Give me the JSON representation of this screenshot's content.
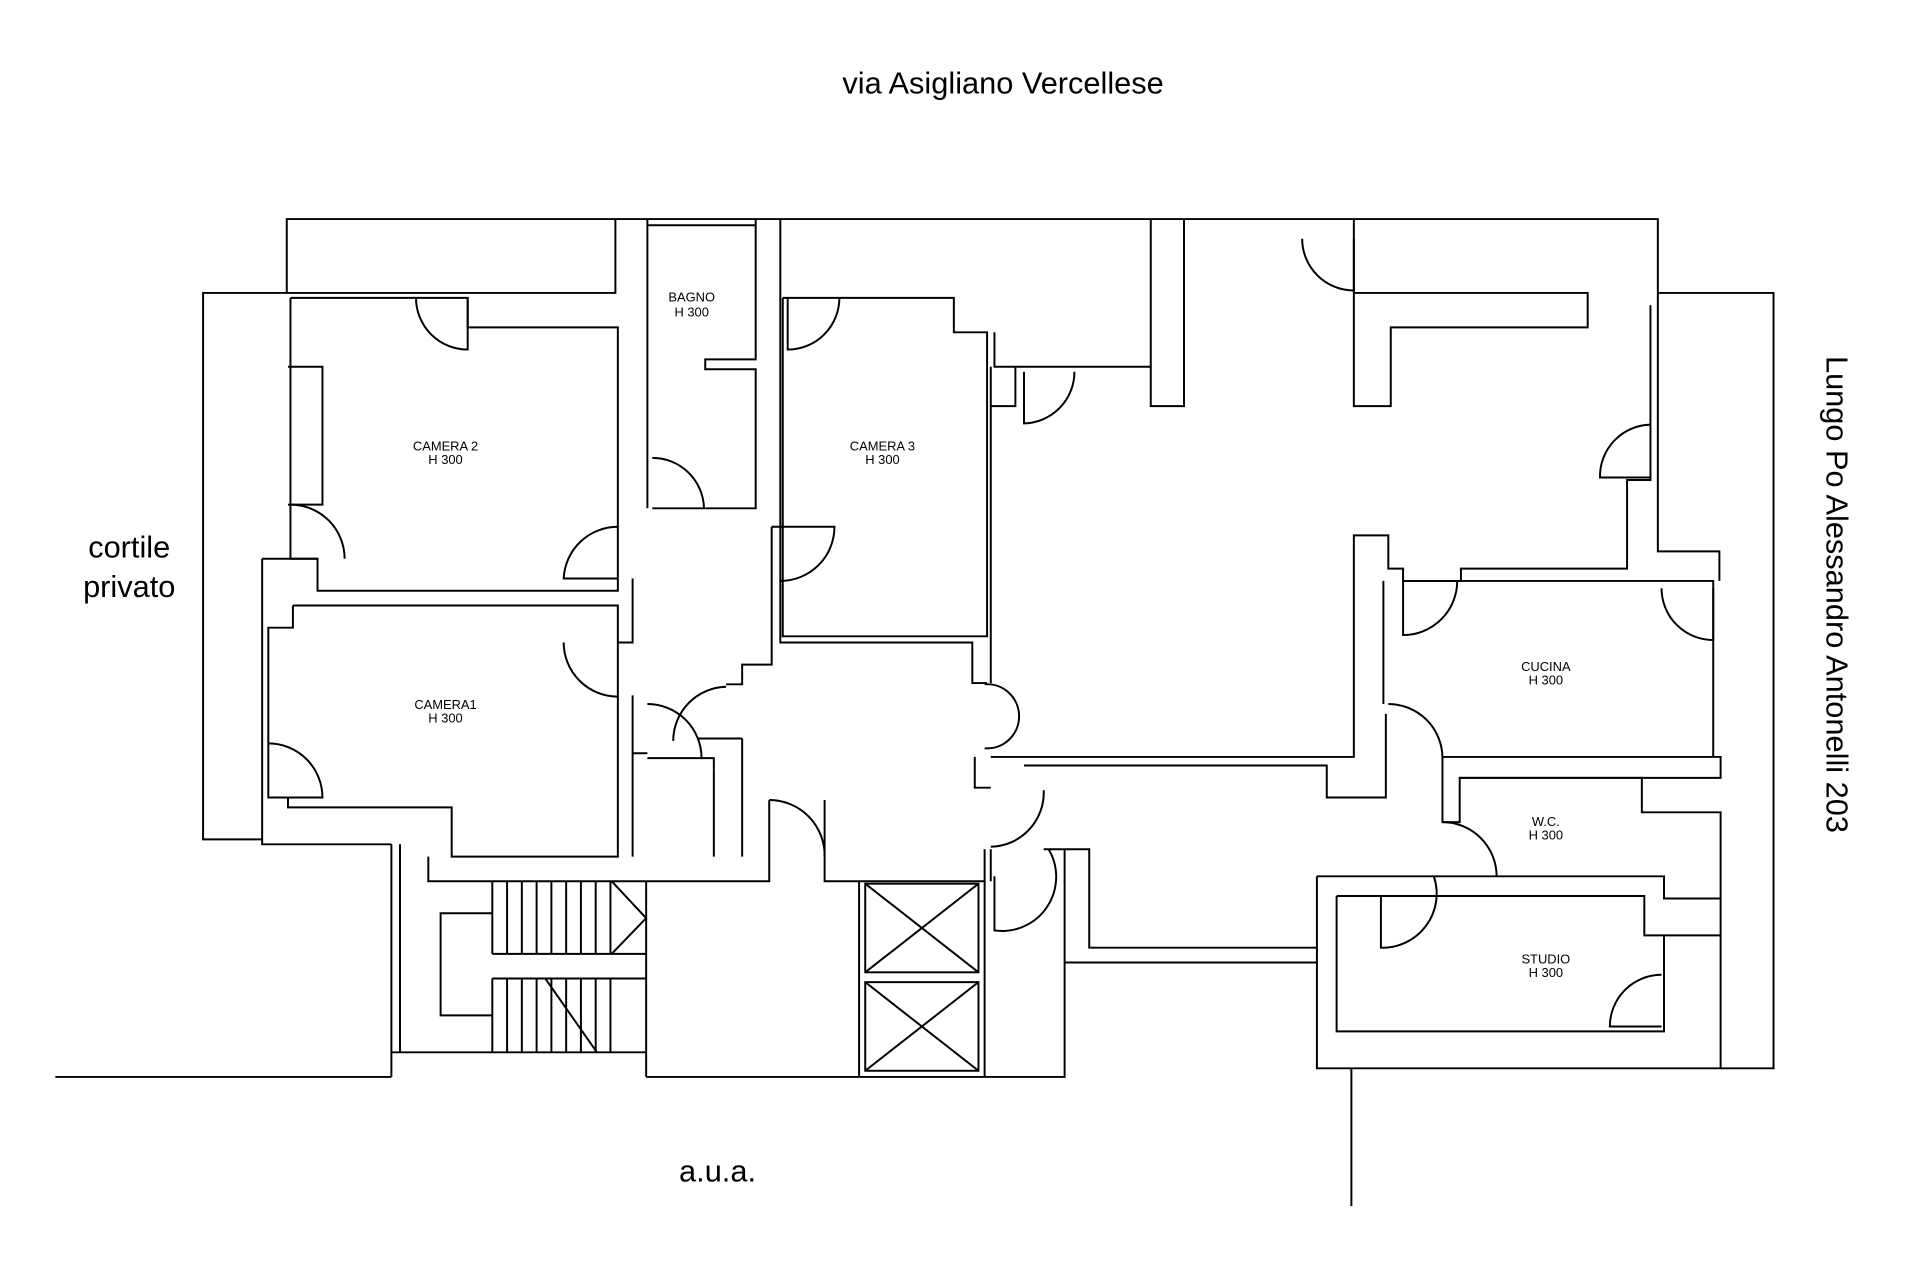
{
  "labels": {
    "street_top": "via Asigliano Vercellese",
    "courtyard_line1": "cortile",
    "courtyard_line2": "privato",
    "street_right": "Lungo Po Alessandro Antonelli 203",
    "bottom": "a.u.a."
  },
  "rooms": [
    {
      "name": "BAGNO",
      "height": "H 300"
    },
    {
      "name": "CAMERA 2",
      "height": "H 300"
    },
    {
      "name": "CAMERA 3",
      "height": "H 300"
    },
    {
      "name": "CAMERA1",
      "height": "H 300"
    },
    {
      "name": "CUCINA",
      "height": "H 300"
    },
    {
      "name": "W.C.",
      "height": "H 300"
    },
    {
      "name": "STUDIO",
      "height": "H 300"
    }
  ],
  "line_color": "#000000",
  "background_color": "#ffffff"
}
